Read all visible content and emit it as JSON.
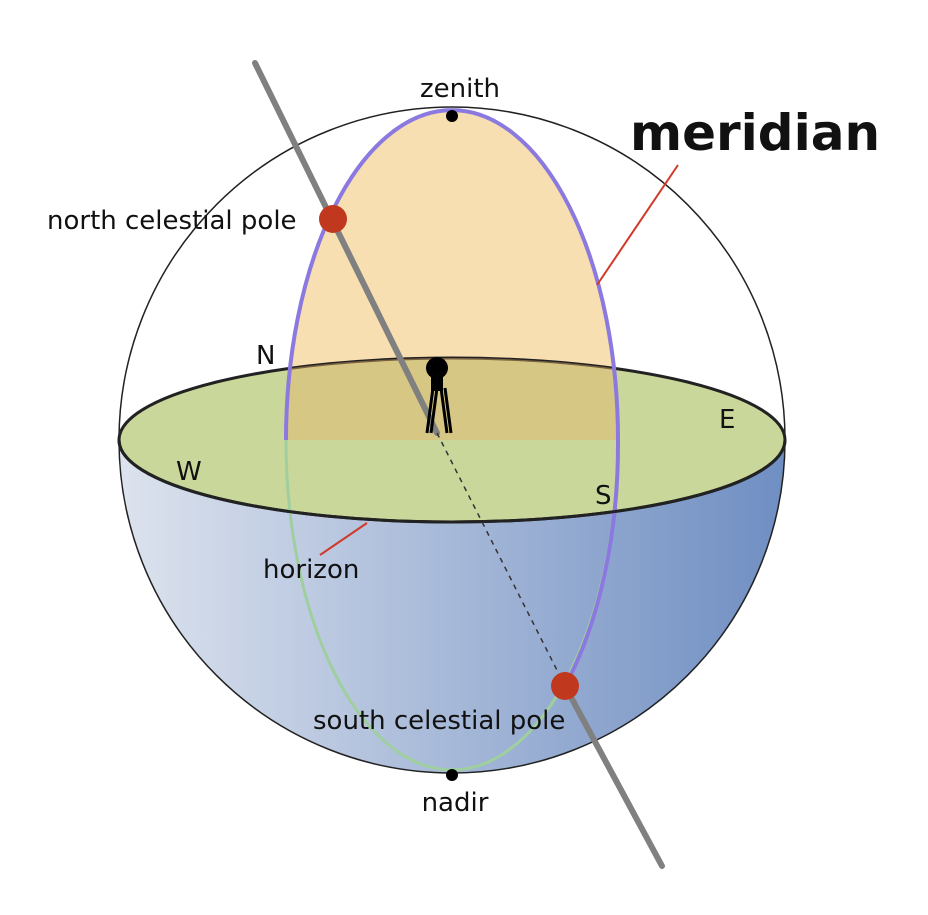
{
  "labels": {
    "zenith": "zenith",
    "meridian": "meridian",
    "north_celestial_pole": "north celestial pole",
    "north": "N",
    "east": "E",
    "west": "W",
    "south": "S",
    "horizon": "horizon",
    "south_celestial_pole": "south celestial pole",
    "nadir": "nadir"
  },
  "colors": {
    "sphere_outline": "#222222",
    "horizon_plane": "#c9d79a",
    "horizon_edge": "#222222",
    "lower_hemisphere_light": "#dde3ee",
    "lower_hemisphere_dark": "#6f8ec2",
    "meridian_upper_fill": "#f8dfb2",
    "meridian_line": "#8c79e0",
    "meridian_lower_line": "#9fcf9f",
    "polar_axis": "#808080",
    "celestial_pole": "#c0391e",
    "pointer_line": "#d1392a",
    "observer": "#000000",
    "marker_dot": "#000000"
  }
}
